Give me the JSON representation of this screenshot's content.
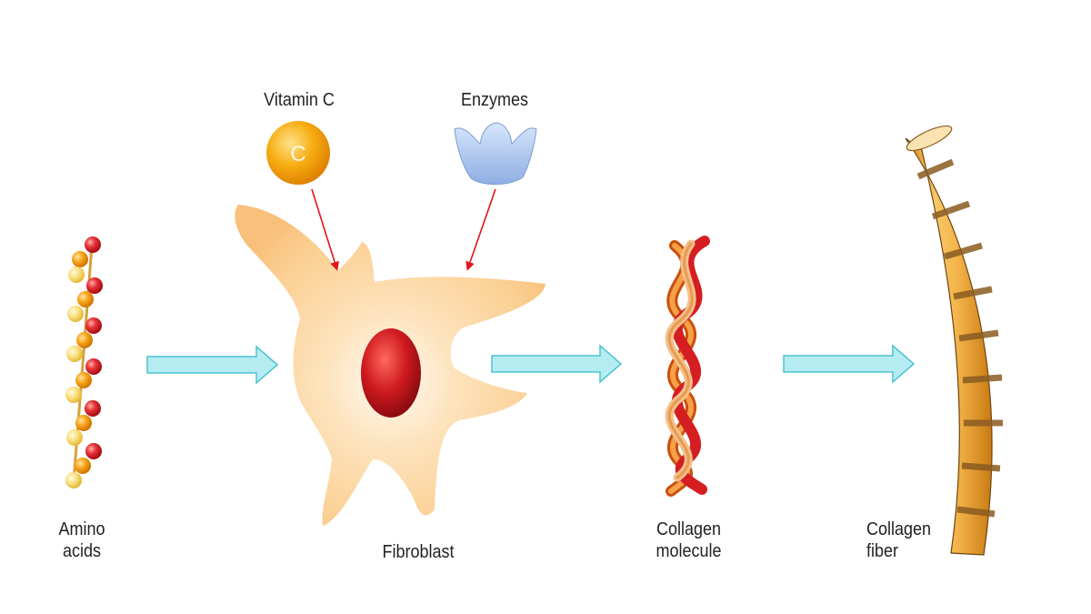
{
  "labels": {
    "vitamin_c": "Vitamin C",
    "vitamin_c_letter": "C",
    "enzymes": "Enzymes",
    "amino_line1": "Amino",
    "amino_line2": "acids",
    "fibroblast": "Fibroblast",
    "molecule_line1": "Collagen",
    "molecule_line2": "molecule",
    "fiber_line1": "Collagen",
    "fiber_line2": "fiber"
  },
  "colors": {
    "arrow_fill": "#b5ecf2",
    "arrow_stroke": "#4cc3cf",
    "input_arrow": "#e2141b",
    "cell_body": "#fbd29b",
    "nucleus": "#c8161c",
    "vitamin_c": "#f5a400",
    "enzyme": "#a9c4ec",
    "amino_red": "#e0252d",
    "amino_orange": "#f7a51a",
    "amino_yellow": "#f8df7c",
    "fiber_band": "#8a5c21",
    "fiber_body": "#f3b64d"
  }
}
